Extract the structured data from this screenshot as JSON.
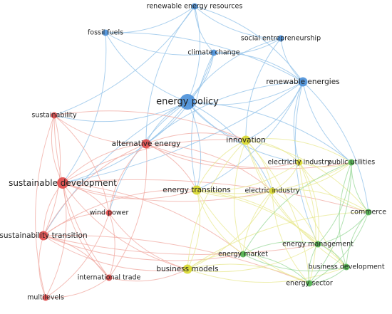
{
  "colors": {
    "blue": "#4a90d9",
    "red": "#e04848",
    "yellow": "#d8d82c",
    "green": "#4cb04c",
    "blue_edge": "#8fc0e8",
    "red_edge": "#f0a8a0",
    "yellow_edge": "#e8e890",
    "green_edge": "#98d898"
  },
  "nodes": [
    {
      "id": "renewable_energy_resources",
      "label": "renewable energy resources",
      "cluster": "blue",
      "weight": 1
    },
    {
      "id": "fossil_fuels",
      "label": "fossil fuels",
      "cluster": "blue",
      "weight": 1
    },
    {
      "id": "social_entrepreneurship",
      "label": "social entrepreneurship",
      "cluster": "blue",
      "weight": 1
    },
    {
      "id": "climate_change",
      "label": "climate change",
      "cluster": "blue",
      "weight": 1
    },
    {
      "id": "renewable_energies",
      "label": "renewable energies",
      "cluster": "blue",
      "weight": 2
    },
    {
      "id": "energy_policy",
      "label": "energy policy",
      "cluster": "blue",
      "weight": 4
    },
    {
      "id": "sustainability",
      "label": "sustainability",
      "cluster": "red",
      "weight": 1
    },
    {
      "id": "alternative_energy",
      "label": "alternative energy",
      "cluster": "red",
      "weight": 2
    },
    {
      "id": "sustainable_development",
      "label": "sustainable development",
      "cluster": "red",
      "weight": 3
    },
    {
      "id": "wind_power",
      "label": "wind power",
      "cluster": "red",
      "weight": 1
    },
    {
      "id": "sustainability_transition",
      "label": "sustainability transition",
      "cluster": "red",
      "weight": 2
    },
    {
      "id": "international_trade",
      "label": "international trade",
      "cluster": "red",
      "weight": 1
    },
    {
      "id": "multilevels",
      "label": "multilevels",
      "cluster": "red",
      "weight": 1
    },
    {
      "id": "innovation",
      "label": "innovation",
      "cluster": "yellow",
      "weight": 2
    },
    {
      "id": "electricity_industry",
      "label": "electricity industry",
      "cluster": "yellow",
      "weight": 1
    },
    {
      "id": "energy_transitions",
      "label": "energy transitions",
      "cluster": "yellow",
      "weight": 2
    },
    {
      "id": "electric_industry",
      "label": "electric industry",
      "cluster": "yellow",
      "weight": 1
    },
    {
      "id": "business_models",
      "label": "business models",
      "cluster": "yellow",
      "weight": 2
    },
    {
      "id": "public_utilities",
      "label": "public utilities",
      "cluster": "green",
      "weight": 1
    },
    {
      "id": "commerce",
      "label": "commerce",
      "cluster": "green",
      "weight": 1
    },
    {
      "id": "energy_management",
      "label": "energy management",
      "cluster": "green",
      "weight": 1
    },
    {
      "id": "energy_market",
      "label": "energy market",
      "cluster": "green",
      "weight": 1
    },
    {
      "id": "business_development",
      "label": "business development",
      "cluster": "green",
      "weight": 1
    },
    {
      "id": "energy_sector",
      "label": "energy sector",
      "cluster": "green",
      "weight": 1
    }
  ],
  "edges": [
    [
      "energy_policy",
      "renewable_energy_resources"
    ],
    [
      "energy_policy",
      "fossil_fuels"
    ],
    [
      "energy_policy",
      "climate_change"
    ],
    [
      "energy_policy",
      "social_entrepreneurship"
    ],
    [
      "energy_policy",
      "renewable_energies"
    ],
    [
      "energy_policy",
      "sustainability"
    ],
    [
      "energy_policy",
      "alternative_energy"
    ],
    [
      "energy_policy",
      "sustainable_development"
    ],
    [
      "energy_policy",
      "innovation"
    ],
    [
      "energy_policy",
      "energy_transitions"
    ],
    [
      "energy_policy",
      "electricity_industry"
    ],
    [
      "energy_policy",
      "public_utilities"
    ],
    [
      "energy_policy",
      "wind_power"
    ],
    [
      "energy_policy",
      "electric_industry"
    ],
    [
      "energy_policy",
      "sustainability_transition"
    ],
    [
      "renewable_energy_resources",
      "fossil_fuels"
    ],
    [
      "renewable_energy_resources",
      "climate_change"
    ],
    [
      "renewable_energy_resources",
      "renewable_energies"
    ],
    [
      "renewable_energy_resources",
      "social_entrepreneurship"
    ],
    [
      "renewable_energy_resources",
      "sustainability"
    ],
    [
      "renewable_energy_resources",
      "alternative_energy"
    ],
    [
      "fossil_fuels",
      "sustainable_development"
    ],
    [
      "fossil_fuels",
      "climate_change"
    ],
    [
      "fossil_fuels",
      "renewable_energies"
    ],
    [
      "social_entrepreneurship",
      "renewable_energies"
    ],
    [
      "social_entrepreneurship",
      "climate_change"
    ],
    [
      "social_entrepreneurship",
      "innovation"
    ],
    [
      "climate_change",
      "renewable_energies"
    ],
    [
      "climate_change",
      "energy_transitions"
    ],
    [
      "climate_change",
      "alternative_energy"
    ],
    [
      "renewable_energies",
      "alternative_energy"
    ],
    [
      "renewable_energies",
      "innovation"
    ],
    [
      "renewable_energies",
      "public_utilities"
    ],
    [
      "renewable_energies",
      "commerce"
    ],
    [
      "renewable_energies",
      "energy_management"
    ],
    [
      "renewable_energies",
      "sustainable_development"
    ],
    [
      "renewable_energies",
      "electricity_industry"
    ],
    [
      "renewable_energies",
      "energy_transitions"
    ],
    [
      "sustainability",
      "sustainable_development"
    ],
    [
      "sustainability",
      "sustainability_transition"
    ],
    [
      "sustainability",
      "alternative_energy"
    ],
    [
      "sustainability",
      "wind_power"
    ],
    [
      "sustainability",
      "multilevels"
    ],
    [
      "sustainability",
      "innovation"
    ],
    [
      "sustainability",
      "international_trade"
    ],
    [
      "sustainable_development",
      "alternative_energy"
    ],
    [
      "sustainable_development",
      "sustainability_transition"
    ],
    [
      "sustainable_development",
      "wind_power"
    ],
    [
      "sustainable_development",
      "international_trade"
    ],
    [
      "sustainable_development",
      "multilevels"
    ],
    [
      "sustainable_development",
      "energy_transitions"
    ],
    [
      "sustainable_development",
      "innovation"
    ],
    [
      "sustainable_development",
      "business_models"
    ],
    [
      "sustainable_development",
      "energy_market"
    ],
    [
      "sustainable_development",
      "electric_industry"
    ],
    [
      "sustainable_development",
      "commerce"
    ],
    [
      "alternative_energy",
      "wind_power"
    ],
    [
      "alternative_energy",
      "energy_transitions"
    ],
    [
      "alternative_energy",
      "sustainability_transition"
    ],
    [
      "alternative_energy",
      "innovation"
    ],
    [
      "alternative_energy",
      "electricity_industry"
    ],
    [
      "alternative_energy",
      "international_trade"
    ],
    [
      "alternative_energy",
      "public_utilities"
    ],
    [
      "alternative_energy",
      "electric_industry"
    ],
    [
      "wind_power",
      "sustainability_transition"
    ],
    [
      "wind_power",
      "international_trade"
    ],
    [
      "wind_power",
      "business_models"
    ],
    [
      "wind_power",
      "multilevels"
    ],
    [
      "sustainability_transition",
      "multilevels"
    ],
    [
      "sustainability_transition",
      "international_trade"
    ],
    [
      "sustainability_transition",
      "business_models"
    ],
    [
      "sustainability_transition",
      "energy_transitions"
    ],
    [
      "sustainability_transition",
      "energy_market"
    ],
    [
      "sustainability_transition",
      "energy_sector"
    ],
    [
      "sustainability_transition",
      "energy_management"
    ],
    [
      "international_trade",
      "multilevels"
    ],
    [
      "international_trade",
      "business_models"
    ],
    [
      "innovation",
      "electricity_industry"
    ],
    [
      "innovation",
      "energy_transitions"
    ],
    [
      "innovation",
      "electric_industry"
    ],
    [
      "innovation",
      "business_models"
    ],
    [
      "innovation",
      "public_utilities"
    ],
    [
      "innovation",
      "energy_management"
    ],
    [
      "innovation",
      "commerce"
    ],
    [
      "innovation",
      "business_development"
    ],
    [
      "innovation",
      "energy_sector"
    ],
    [
      "innovation",
      "energy_market"
    ],
    [
      "electricity_industry",
      "electric_industry"
    ],
    [
      "electricity_industry",
      "public_utilities"
    ],
    [
      "electricity_industry",
      "energy_transitions"
    ],
    [
      "electricity_industry",
      "commerce"
    ],
    [
      "electricity_industry",
      "energy_management"
    ],
    [
      "electricity_industry",
      "business_development"
    ],
    [
      "electricity_industry",
      "energy_sector"
    ],
    [
      "energy_transitions",
      "electric_industry"
    ],
    [
      "energy_transitions",
      "business_models"
    ],
    [
      "energy_transitions",
      "energy_market"
    ],
    [
      "energy_transitions",
      "energy_management"
    ],
    [
      "energy_transitions",
      "energy_sector"
    ],
    [
      "energy_transitions",
      "business_development"
    ],
    [
      "energy_transitions",
      "public_utilities"
    ],
    [
      "electric_industry",
      "business_models"
    ],
    [
      "electric_industry",
      "public_utilities"
    ],
    [
      "electric_industry",
      "energy_management"
    ],
    [
      "electric_industry",
      "energy_sector"
    ],
    [
      "electric_industry",
      "commerce"
    ],
    [
      "electric_industry",
      "energy_market"
    ],
    [
      "business_models",
      "energy_market"
    ],
    [
      "business_models",
      "energy_management"
    ],
    [
      "business_models",
      "energy_sector"
    ],
    [
      "business_models",
      "business_development"
    ],
    [
      "business_models",
      "commerce"
    ],
    [
      "public_utilities",
      "commerce"
    ],
    [
      "public_utilities",
      "energy_management"
    ],
    [
      "public_utilities",
      "business_development"
    ],
    [
      "public_utilities",
      "energy_sector"
    ],
    [
      "public_utilities",
      "energy_market"
    ],
    [
      "commerce",
      "energy_management"
    ],
    [
      "commerce",
      "business_development"
    ],
    [
      "commerce",
      "energy_sector"
    ],
    [
      "energy_management",
      "energy_market"
    ],
    [
      "energy_management",
      "business_development"
    ],
    [
      "energy_management",
      "energy_sector"
    ],
    [
      "energy_market",
      "energy_sector"
    ],
    [
      "energy_market",
      "business_development"
    ],
    [
      "business_development",
      "energy_sector"
    ]
  ]
}
